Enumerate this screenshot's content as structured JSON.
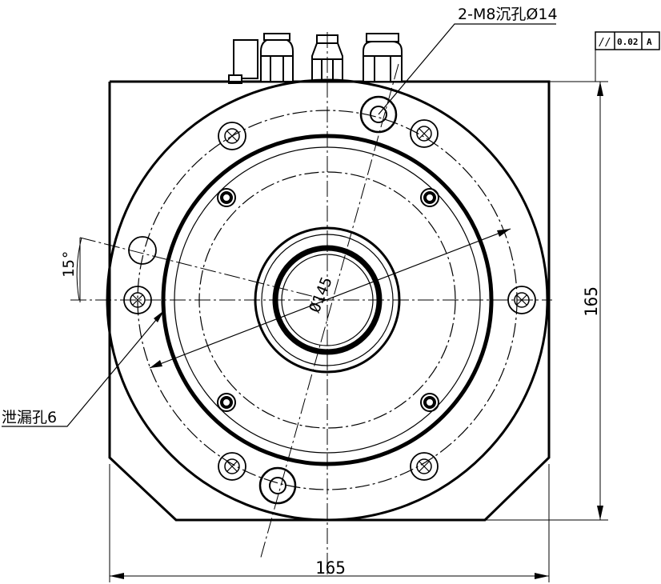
{
  "annotations": {
    "counterbore_label": "2-M8沉孔Ø14",
    "leak_hole_label": "泄漏孔6",
    "bore_diameter_label": "Ø145",
    "angle_label": "15°",
    "width_dimension": "165",
    "height_dimension": "165",
    "tolerance_symbol": "//",
    "tolerance_value": "0.02",
    "tolerance_datum": "A"
  }
}
